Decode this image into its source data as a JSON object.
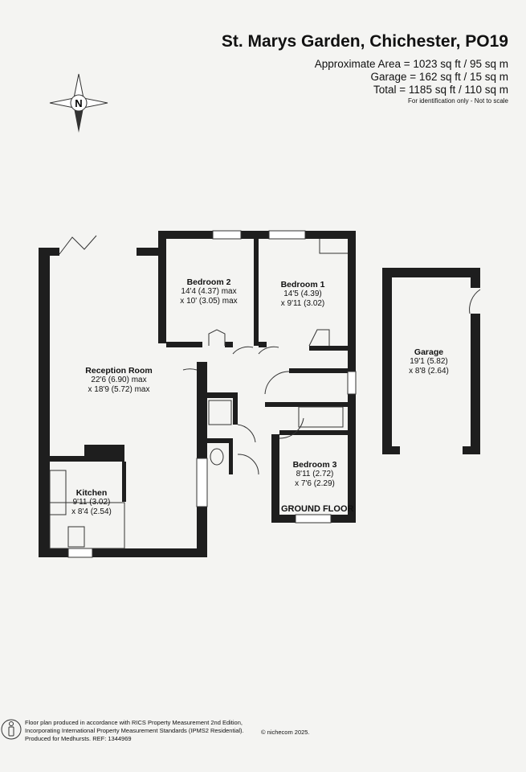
{
  "header": {
    "title": "St. Marys Garden, Chichester, PO19",
    "approx_area": "Approximate Area = 1023 sq ft / 95 sq m",
    "garage_area": "Garage = 162 sq ft / 15 sq m",
    "total_area": "Total = 1185 sq ft / 110 sq m",
    "disclaimer": "For identification only - Not to scale"
  },
  "compass": {
    "label": "N"
  },
  "rooms": [
    {
      "name": "Reception Room",
      "dim1": "22'6 (6.90) max",
      "dim2": "x 18'9 (5.72) max"
    },
    {
      "name": "Bedroom 2",
      "dim1": "14'4 (4.37) max",
      "dim2": "x 10' (3.05) max"
    },
    {
      "name": "Bedroom 1",
      "dim1": "14'5 (4.39)",
      "dim2": "x 9'11 (3.02)"
    },
    {
      "name": "Kitchen",
      "dim1": "9'11 (3.02)",
      "dim2": "x 8'4 (2.54)"
    },
    {
      "name": "Bedroom 3",
      "dim1": "8'11 (2.72)",
      "dim2": "x 7'6 (2.29)"
    },
    {
      "name": "Garage",
      "dim1": "19'1 (5.82)",
      "dim2": "x 8'8 (2.64)"
    }
  ],
  "floor_label": "GROUND FLOOR",
  "footer": {
    "line1": "Floor plan produced in accordance with RICS Property Measurement 2nd Edition,",
    "line2": "Incorporating International Property Measurement Standards (IPMS2 Residential).",
    "line3": "Produced for Medhursts.   REF: 1344969",
    "copyright": "© nichecom 2025."
  },
  "colors": {
    "wall": "#1e1e1e",
    "paper": "#f4f4f2"
  }
}
